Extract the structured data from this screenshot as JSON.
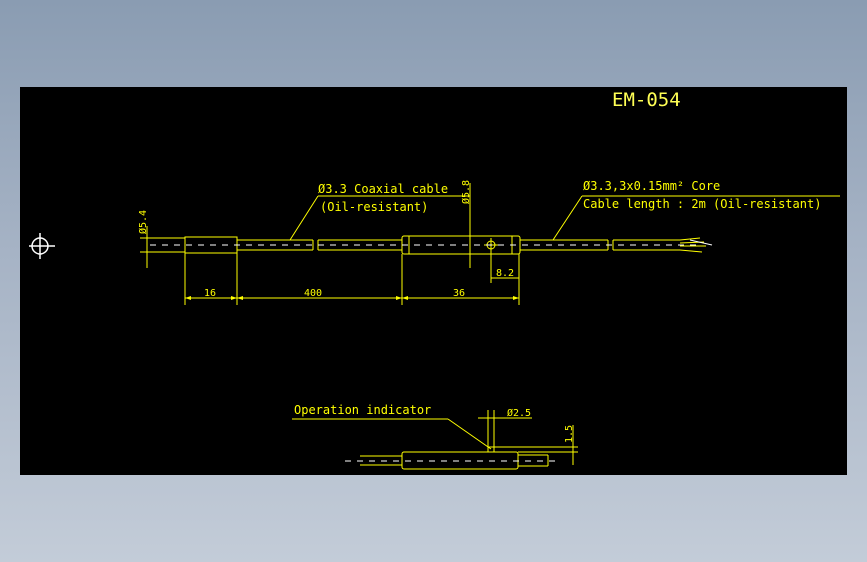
{
  "drawing": {
    "title": "EM-054",
    "colors": {
      "background_outer": "#9aa9bd",
      "canvas": "#000000",
      "lines": "#ffff00",
      "centerlines": "#ffffff"
    },
    "labels": {
      "coax_line1": "Ø3.3 Coaxial cable",
      "coax_line2": "(Oil-resistant)",
      "core_line1": "Ø3.3,3x0.15mm² Core",
      "core_line2": "Cable length : 2m (Oil-resistant)",
      "indicator": "Operation indicator"
    },
    "dimensions": {
      "d_left": "Ø5.4",
      "d_head": "Ø5.8",
      "len_16": "16",
      "len_400": "400",
      "len_36": "36",
      "len_82": "8.2",
      "d_led": "Ø2.5",
      "len_15": "1.5"
    }
  }
}
